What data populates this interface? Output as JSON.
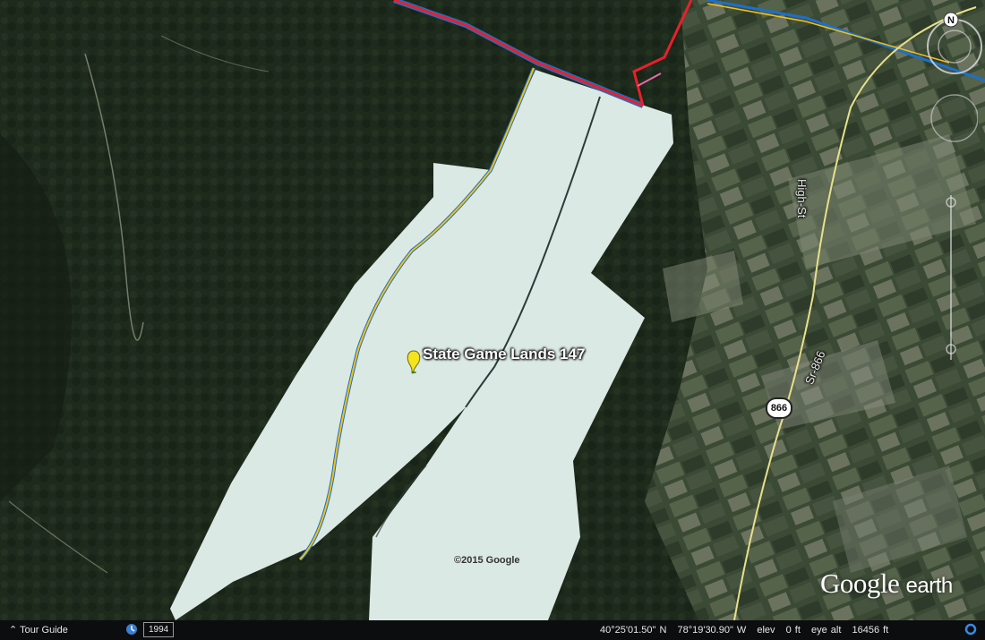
{
  "map": {
    "placemark_label": "State Game Lands 147",
    "road_label_high": "High-St",
    "road_label_sr": "Sr-866",
    "route_shield": "866",
    "copyright": "©2015 Google",
    "watermark_brand": "Google",
    "watermark_product": "earth",
    "compass_letter": "N"
  },
  "statusbar": {
    "tour_guide_label": "⌃ Tour Guide",
    "imagery_year": "1994",
    "latitude": "40°25'01.50\" N",
    "longitude": "78°19'30.90\" W",
    "elev_label": "elev",
    "elev_value": "0 ft",
    "eye_alt_label": "eye alt",
    "eye_alt_value": "16456 ft"
  },
  "colors": {
    "overlay_fill": "#dbe9e4",
    "boundary_red": "#e8202a",
    "boundary_blue": "#1e6fc8",
    "trail_yellow": "#f2c21a",
    "road_yellow": "#e8e08a",
    "placemark_yellow": "#f4e41c"
  }
}
